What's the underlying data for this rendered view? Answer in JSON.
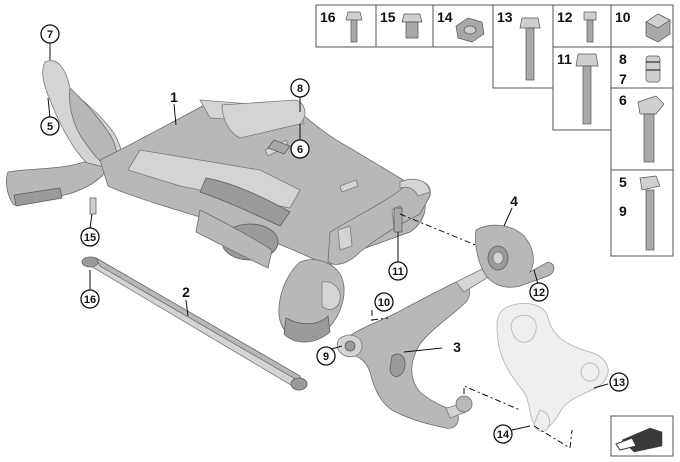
{
  "diagram": {
    "main_labels": {
      "frame": "1",
      "strut": "2",
      "arm": "3",
      "bushing": "4",
      "mount": "5",
      "mount_upper": "5"
    },
    "callouts": {
      "c7": "7",
      "c5": "5",
      "c8": "8",
      "c6": "6",
      "c15": "15",
      "c16": "16",
      "c11": "11",
      "c12": "12",
      "c10": "10",
      "c9": "9",
      "c13": "13",
      "c14": "14"
    },
    "parts_grid": {
      "top_row": [
        "16",
        "15",
        "14",
        "13",
        "12",
        "10"
      ],
      "row2_11": "11",
      "row2_8": "8",
      "row2_7": "7",
      "row3_6": "6",
      "row4_5": "5",
      "row4_9": "9"
    }
  }
}
